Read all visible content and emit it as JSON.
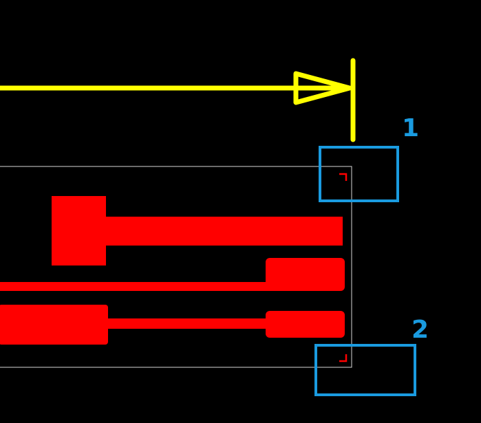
{
  "colors": {
    "background": "#000000",
    "pcb_trace": "#ff0000",
    "arrow": "#ffff00",
    "callout": "#1a9be0",
    "board_outline": "#d8d8d8",
    "corner_marker": "#ff0000"
  },
  "callouts": [
    {
      "id": "1",
      "label": "1"
    },
    {
      "id": "2",
      "label": "2"
    }
  ],
  "elements": {
    "dimension_arrow": "arrow-pointing-right-to-edge",
    "board_outline": "thin-white-rectangle",
    "corner_markers": [
      "top-right-corner-marker",
      "bottom-right-corner-marker"
    ],
    "traces": [
      "pad-with-wide-trace",
      "thin-trace-to-rounded-pad",
      "wide-pad-thin-trace-rounded-pad"
    ]
  }
}
